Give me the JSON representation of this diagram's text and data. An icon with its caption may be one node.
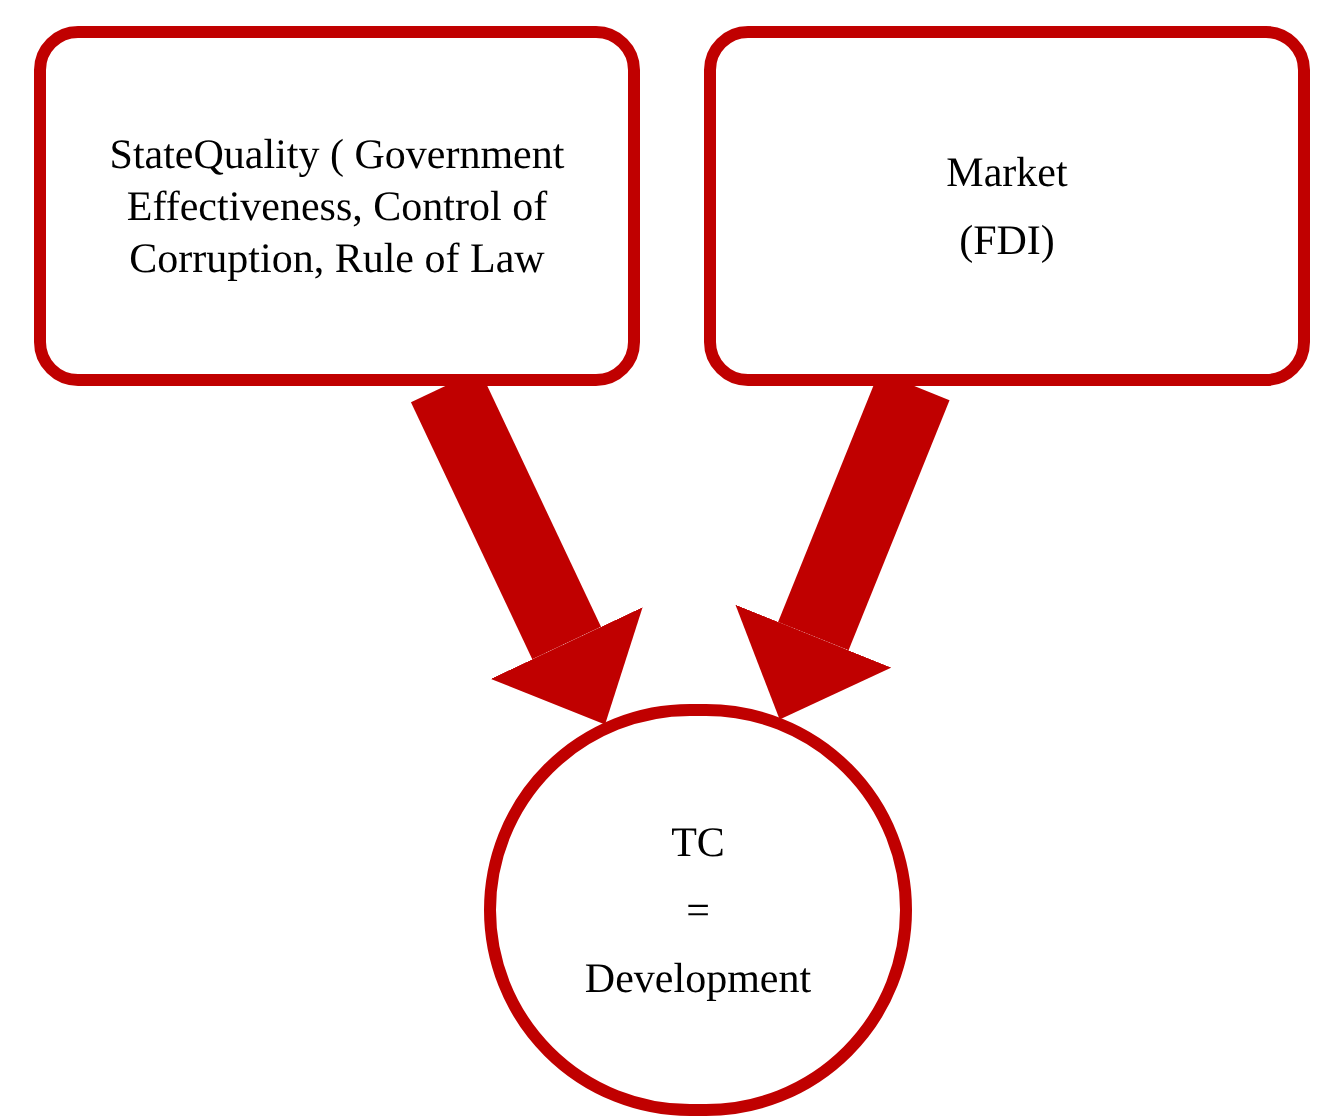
{
  "diagram": {
    "nodes": [
      {
        "text": [
          "StateQuality ( Government Effectiveness, Control of Corruption, Rule of Law"
        ]
      },
      {
        "text": [
          "Market",
          "(FDI)"
        ]
      },
      {
        "text": [
          "TC",
          "=",
          "Development"
        ]
      }
    ],
    "edges": [
      {
        "from": 0,
        "to": 2,
        "arrow": "to"
      },
      {
        "from": 1,
        "to": 2,
        "arrow": "to"
      }
    ]
  }
}
